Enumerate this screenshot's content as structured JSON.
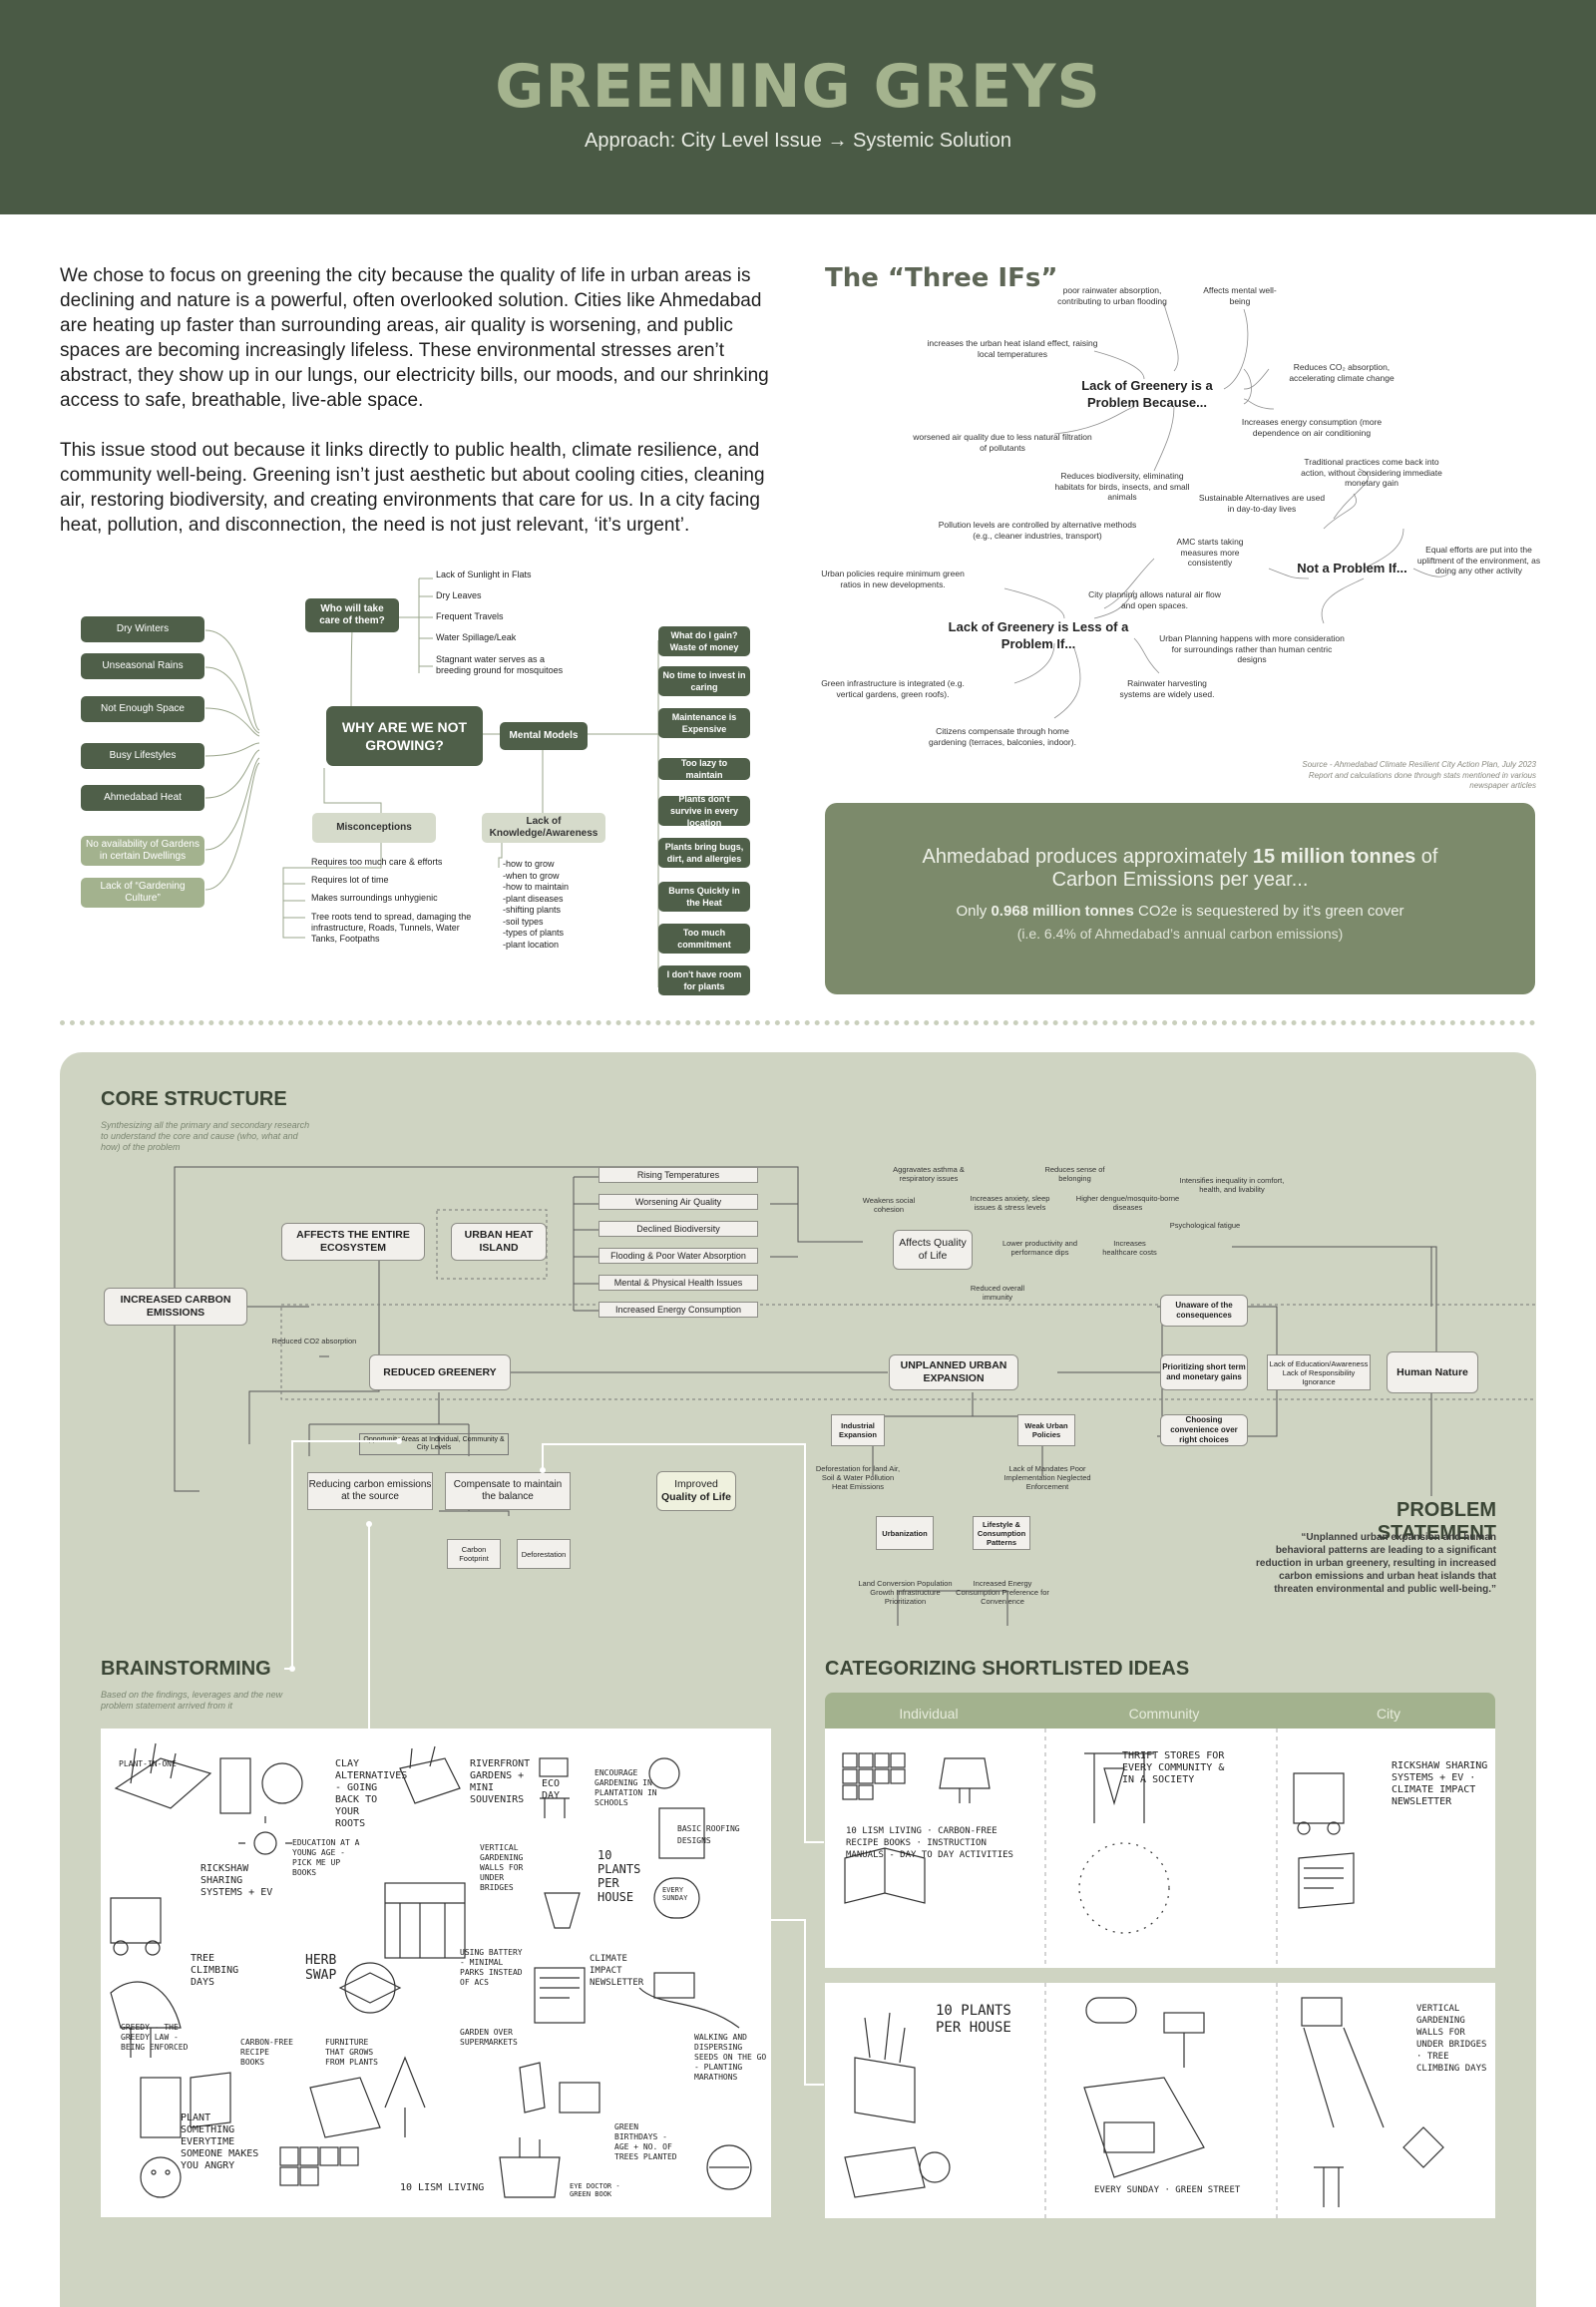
{
  "header": {
    "title": "GREENING GREYS",
    "subtitle": "Approach:  City Level Issue → Systemic Solution"
  },
  "intro": {
    "p1": "We chose to focus on greening the city because the quality of life in urban areas is declining and nature is a powerful, often overlooked solution. Cities like Ahmedabad are heating up faster than surrounding areas, air quality is worsening, and public spaces are becoming increasingly lifeless. These environmental stresses aren’t abstract, they show up in our lungs, our electricity bills, our moods, and our shrinking access to safe, breathable, live-able space.",
    "p2": "This issue stood out because it links directly to public health, climate resilience, and community well-being. Greening isn’t just aesthetic but about cooling cities, cleaning air, restoring biodiversity, and creating environments that care for us. In a city facing heat, pollution, and disconnection, the need is not just relevant, ‘it’s urgent’."
  },
  "why": {
    "center": "WHY ARE WE NOT GROWING?",
    "left": [
      "Dry Winters",
      "Unseasonal Rains",
      "Not Enough Space",
      "Busy Lifestyles",
      "Ahmedabad Heat"
    ],
    "left_light": [
      "No availability of Gardens in certain Dwellings",
      "Lack of “Gardening Culture”"
    ],
    "who": "Who will take care of them?",
    "who_items": [
      "Lack of Sunlight in Flats",
      "Dry Leaves",
      "Frequent Travels",
      "Water Spillage/Leak",
      "Stagnant water serves as a breeding ground for mosquitoes"
    ],
    "mental": "Mental Models",
    "mental_items": [
      "What do I gain? Waste of money",
      "No time to invest in caring",
      "Maintenance is Expensive",
      "Too lazy to maintain",
      "Plants don't survive in every location",
      "Plants bring bugs, dirt, and allergies",
      "Burns Quickly in the Heat",
      "Too much commitment",
      "I don't have room for plants"
    ],
    "misconceptions": "Misconceptions",
    "misc_items": [
      "Requires too much care & efforts",
      "Requires lot of time",
      "Makes surroundings unhygienic",
      "Tree roots tend to spread, damaging the infrastructure, Roads, Tunnels, Water Tanks, Footpaths"
    ],
    "lack": "Lack of Knowledge/Awareness",
    "lack_items": [
      "-how to grow",
      "-when to grow",
      "-how to maintain",
      "-plant diseases",
      "-shifting plants",
      "-soil types",
      "-types of plants",
      "-plant location"
    ]
  },
  "three_ifs": {
    "title": "The “Three IFs”",
    "h1": "Lack of Greenery is a Problem Because...",
    "h2": "Not a Problem If...",
    "h3": "Lack of Greenery is Less of a Problem If...",
    "n1": "poor rainwater absorption, contributing to urban flooding",
    "n2": "Affects mental well-being",
    "n3": "increases the urban heat island effect, raising local temperatures",
    "n4": "Reduces CO₂ absorption, accelerating climate change",
    "n5": "Increases energy consumption (more dependence on air conditioning",
    "n6": "worsened air quality due to less natural filtration of pollutants",
    "n7": "Reduces biodiversity, eliminating habitats for birds, insects, and small animals",
    "n8": "Traditional practices come back into action, without considering immediate monetary gain",
    "n9": "Sustainable Alternatives are used in day-to-day lives",
    "n10": "Pollution levels are controlled by alternative methods (e.g., cleaner industries, transport)",
    "n11": "AMC starts taking measures more consistently",
    "n12": "Equal efforts are put into the upliftment of the environment, as doing any other activity",
    "n13": "Urban policies require minimum green ratios in new developments.",
    "n14": "City planning allows natural air flow and open spaces.",
    "n15": "Urban Planning happens with more consideration for surroundings rather than human centric designs",
    "n16": "Green infrastructure is integrated (e.g. vertical gardens, green roofs).",
    "n17": "Rainwater harvesting systems are widely used.",
    "n18": "Citizens compensate through home gardening (terraces, balconies, indoor).",
    "source": "Source - Ahmedabad Climate Resilient City Action Plan, July 2023 Report and calculations done through stats mentioned in various newspaper articles"
  },
  "stat": {
    "line1a": "Ahmedabad produces approximately ",
    "line1b": "15 million tonnes",
    "line1c": " of",
    "line2": "Carbon Emissions per year...",
    "line3a": "Only ",
    "line3b": "0.968 million tonnes",
    "line3c": " CO2e is sequestered by it’s green cover",
    "line4": "(i.e. 6.4% of Ahmedabad’s annual carbon emissions)"
  },
  "core": {
    "title": "CORE STRUCTURE",
    "subtitle": "Synthesizing all the primary and secondary research to understand the core and cause (who, what and how) of the problem",
    "increased": "INCREASED CARBON EMISSIONS",
    "affects": "AFFECTS THE ENTIRE ECOSYSTEM",
    "uhi": "URBAN HEAT ISLAND",
    "effects": [
      "Rising Temperatures",
      "Worsening Air Quality",
      "Declined Biodiversity",
      "Flooding & Poor Water Absorption",
      "Mental & Physical Health Issues",
      "Increased Energy Consumption"
    ],
    "aql": "Affects Quality of Life",
    "aql_notes": [
      "Aggravates asthma & respiratory issues",
      "Reduces sense of belonging",
      "Intensifies inequality in comfort, health, and livability",
      "Weakens social cohesion",
      "Increases anxiety, sleep issues & stress levels",
      "Higher dengue/mosquito-borne diseases",
      "Psychological fatigue",
      "Lower productivity and performance dips",
      "Increases healthcare costs",
      "Reduced overall immunity"
    ],
    "reduced_co2": "Reduced CO2 absorption",
    "reduced_greenery": "REDUCED GREENERY",
    "unplanned": "UNPLANNED URBAN EXPANSION",
    "unaware": "Unaware of the consequences",
    "prioritizing": "Prioritizing short term and monetary gains",
    "choosing": "Choosing convenience over right choices",
    "lack_edu": "Lack of Education/Awareness Lack of Responsibility Ignorance",
    "human": "Human Nature",
    "industrial": "Industrial Expansion",
    "weak": "Weak Urban Policies",
    "ind_notes": "Deforestation for land Air, Soil & Water Pollution Heat Emissions",
    "weak_notes": "Lack of Mandates Poor Implementation Neglected Enforcement",
    "urbanization": "Urbanization",
    "lifestyle": "Lifestyle & Consumption Patterns",
    "urb_notes": "Land Conversion Population Growth Infrastructure Prioritization",
    "life_notes": "Increased Energy Consumption Preference for Convenience",
    "opportunity": "Opportunity Areas at Individual, Community & City Levels",
    "reducing": "Reducing carbon emissions at the source",
    "compensate": "Compensate to maintain the balance",
    "improved_a": "Improved",
    "improved_b": "Quality of Life",
    "carbon_fp": "Carbon Footprint",
    "deforest": "Deforestation"
  },
  "problem": {
    "title": "PROBLEM STATEMENT",
    "text": "“Unplanned urban expansion and human behavioral patterns are leading to a significant reduction in urban greenery, resulting in increased carbon emissions and urban heat islands that threaten environmental and public well-being.”"
  },
  "brainstorm": {
    "title": "BRAINSTORMING",
    "subtitle": "Based on the findings, leverages and the new problem statement arrived from it",
    "notes": [
      "Plant-in-one",
      "Clay alternatives - going back to your roots",
      "Riverfront gardens + mini souvenirs",
      "Eco day",
      "Encourage gardening in plantation in schools",
      "Education at a young age - pick me up books",
      "Rickshaw sharing systems + EV",
      "Vertical gardening walls for under bridges",
      "10 plants per house",
      "Every Sunday",
      "Basic roofing designs",
      "Tree climbing days",
      "Herb swap",
      "Using battery - minimal parks instead of ACs",
      "Climate impact newsletter",
      "Greedy - the greedy law - being enforced",
      "Carbon-free recipe books",
      "Furniture that grows from plants",
      "Garden over supermarkets",
      "Walking and dispersing seeds on the go - Planting marathons",
      "Plant something everytime someone makes you angry",
      "10 lism living",
      "Green birthdays - age + no. of trees planted",
      "Eye doctor - green book"
    ]
  },
  "categories": {
    "title": "CATEGORIZING SHORTLISTED IDEAS",
    "cols": [
      "Individual",
      "Community",
      "City"
    ],
    "row1": [
      "10 lism living · Carbon-free recipe books · Instruction manuals - day to day activities",
      "Thrift stores for every community & in a society",
      "Rickshaw sharing systems + EV · Climate impact newsletter"
    ],
    "row2": [
      "10 plants per house",
      "Every Sunday · Green street",
      "Vertical gardening walls for under bridges · Tree climbing days"
    ]
  }
}
